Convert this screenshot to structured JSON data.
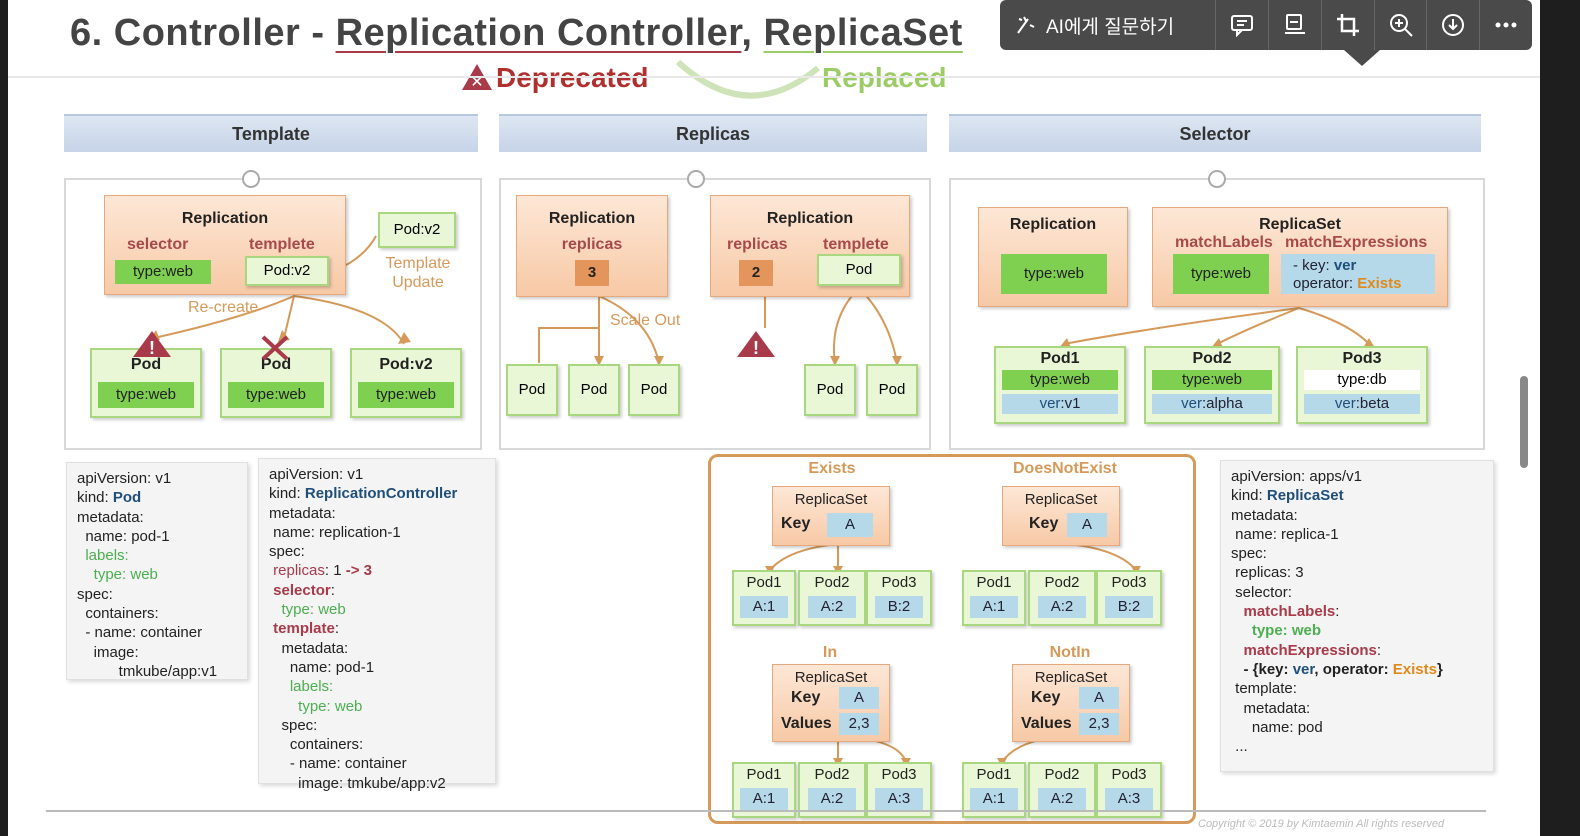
{
  "slide": {
    "title_prefix": "6. Controller - ",
    "title_rc": "Replication Controller",
    "title_comma": ", ",
    "title_rs": "ReplicaSet",
    "deprecated": "Deprecated",
    "replaced": "Replaced",
    "copyright": "Copyright © 2019 by Kimtaemin All rights reserved"
  },
  "toolbar": {
    "ai_label": "AI에게 질문하기",
    "icons": [
      "chat-icon",
      "presentation-icon",
      "crop-icon",
      "zoom-in-icon",
      "download-icon",
      "more-icon"
    ]
  },
  "headers": [
    "Template",
    "Replicas",
    "Selector"
  ],
  "template_panel": {
    "replication": "Replication",
    "selector": "selector",
    "templete": "templete",
    "type_web": "type:web",
    "pod_v2": "Pod:v2",
    "pod_v2_new": "Pod:v2",
    "template_update": "Template\nUpdate",
    "recreate": "Re-create",
    "pods": [
      {
        "name": "Pod",
        "label": "type:web"
      },
      {
        "name": "Pod",
        "label": "type:web"
      },
      {
        "name": "Pod:v2",
        "label": "type:web"
      }
    ]
  },
  "replicas_panel": {
    "left": {
      "title": "Replication",
      "sub": "replicas",
      "value": "3"
    },
    "right": {
      "title": "Replication",
      "sub_a": "replicas",
      "sub_b": "templete",
      "value": "2",
      "pod": "Pod"
    },
    "scale_out": "Scale Out",
    "left_pods": [
      "Pod",
      "Pod",
      "Pod"
    ],
    "right_pods": [
      "Pod",
      "Pod"
    ]
  },
  "selector_panel": {
    "replication": "Replication",
    "type_web": "type:web",
    "replicaset": "ReplicaSet",
    "match_labels": "matchLabels",
    "match_expressions": "matchExpressions",
    "rs_type_web": "type:web",
    "expr_key_label": "- key: ",
    "expr_key_val": "ver",
    "expr_op_label": "operator: ",
    "expr_op_val": "Exists",
    "pods": [
      {
        "name": "Pod1",
        "l1": "type:web",
        "l2k": "ver",
        "l2v": ":v1"
      },
      {
        "name": "Pod2",
        "l1": "type:web",
        "l2k": "ver",
        "l2v": ":alpha"
      },
      {
        "name": "Pod3",
        "l1": "type:db",
        "l2k": "ver",
        "l2v": ":beta"
      }
    ]
  },
  "yaml_pod": {
    "l1": "apiVersion: v1",
    "l2a": "kind: ",
    "l2b": "Pod",
    "l3": "metadata:",
    "l4": "  name: pod-1",
    "l5": "  labels:",
    "l6": "    type: web",
    "l7": "spec:",
    "l8": "  containers:",
    "l9": "  - name: container",
    "l10": "    image:",
    "l11": "          tmkube/app:v1"
  },
  "yaml_rc": {
    "l1": "apiVersion: v1",
    "l2a": "kind: ",
    "l2b": "ReplicationController",
    "l3": "metadata:",
    "l4": " name: replication-1",
    "l5": "spec:",
    "l6a": " replicas",
    "l6b": ": 1 ",
    "l6c": "-> 3",
    "l7a": " selector",
    "l7b": ":",
    "l8": "   type: web",
    "l9a": " template",
    "l9b": ":",
    "l10": "   metadata:",
    "l11": "     name: pod-1",
    "l12": "     labels:",
    "l13": "       type: web",
    "l14": "   spec:",
    "l15": "     containers:",
    "l16": "     - name: container",
    "l17": "       image: tmkube/app:v2"
  },
  "yaml_rs": {
    "l1": "apiVersion: apps/v1",
    "l2a": "kind: ",
    "l2b": "ReplicaSet",
    "l3": "metadata:",
    "l4": " name: replica-1",
    "l5": "spec:",
    "l6": " replicas: 3",
    "l7": " selector:",
    "l8a": "   matchLabels",
    "l8b": ":",
    "l9": "     type: web",
    "l10a": "   matchExpressions",
    "l10b": ":",
    "l11a": "   - {key: ",
    "l11b": "ver",
    "l11c": ", operator: ",
    "l11d": "Exists",
    "l11e": "}",
    "l12": " template:",
    "l13": "   metadata:",
    "l14": "     name: pod",
    "l15": " ..."
  },
  "expressions": {
    "exists": {
      "title": "Exists",
      "rs": "ReplicaSet",
      "key_label": "Key",
      "key": "A",
      "pods": [
        {
          "n": "Pod1",
          "v": "A:1"
        },
        {
          "n": "Pod2",
          "v": "A:2"
        },
        {
          "n": "Pod3",
          "v": "B:2"
        }
      ]
    },
    "doesnotexist": {
      "title": "DoesNotExist",
      "rs": "ReplicaSet",
      "key_label": "Key",
      "key": "A",
      "pods": [
        {
          "n": "Pod1",
          "v": "A:1"
        },
        {
          "n": "Pod2",
          "v": "A:2"
        },
        {
          "n": "Pod3",
          "v": "B:2"
        }
      ]
    },
    "in": {
      "title": "In",
      "rs": "ReplicaSet",
      "key_label": "Key",
      "key": "A",
      "values_label": "Values",
      "values": "2,3",
      "pods": [
        {
          "n": "Pod1",
          "v": "A:1"
        },
        {
          "n": "Pod2",
          "v": "A:2"
        },
        {
          "n": "Pod3",
          "v": "A:3"
        }
      ]
    },
    "notin": {
      "title": "NotIn",
      "rs": "ReplicaSet",
      "key_label": "Key",
      "key": "A",
      "values_label": "Values",
      "values": "2,3",
      "pods": [
        {
          "n": "Pod1",
          "v": "A:1"
        },
        {
          "n": "Pod2",
          "v": "A:2"
        },
        {
          "n": "Pod3",
          "v": "A:3"
        }
      ]
    }
  },
  "colors": {
    "accent_orange": "#d59a5a",
    "label_red": "#a84a4a",
    "label_green": "#4caf50",
    "kind_blue": "#1f4e79"
  }
}
